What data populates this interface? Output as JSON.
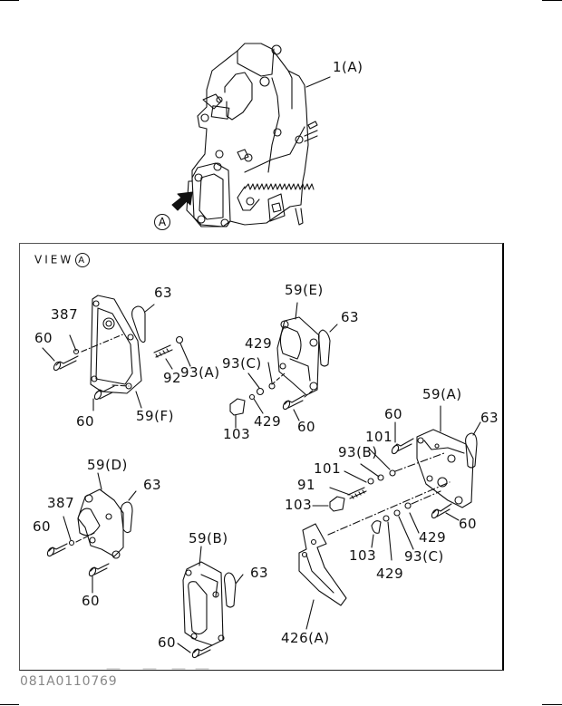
{
  "diagram": {
    "type": "exploded parts diagram",
    "main_assembly": {
      "label": "1(A)"
    },
    "view_callout": {
      "letter": "A"
    },
    "view": {
      "title": "VIEW",
      "letter": "A"
    },
    "document_id": "081A0110769",
    "labels": {
      "top_1a": "1(A)",
      "f_63": "63",
      "f_387": "387",
      "f_60_upper": "60",
      "f_60_lower": "60",
      "f_92": "92",
      "f_93a": "93(A)",
      "f_59f": "59(F)",
      "e_59e": "59(E)",
      "e_63": "63",
      "e_429_upper": "429",
      "e_93c": "93(C)",
      "e_103": "103",
      "e_429_lower": "429",
      "e_60": "60",
      "a_59a": "59(A)",
      "a_63": "63",
      "a_60_upper": "60",
      "a_101_upper": "101",
      "a_93b": "93(B)",
      "a_101_lower": "101",
      "a_91": "91",
      "a_103_left": "103",
      "a_60_lower": "60",
      "a_429_right": "429",
      "a_103_bottom": "103",
      "a_429_bottom": "429",
      "a_93c": "93(C)",
      "d_59d": "59(D)",
      "d_63": "63",
      "d_387": "387",
      "d_60_left": "60",
      "d_60_bottom": "60",
      "b_59b": "59(B)",
      "b_63": "63",
      "b_60": "60",
      "lever_426a": "426(A)"
    },
    "parts_groups": [
      {
        "cover": "59(F)",
        "parts": [
          "63",
          "387",
          "60",
          "60",
          "92",
          "93(A)"
        ]
      },
      {
        "cover": "59(E)",
        "parts": [
          "63",
          "429",
          "93(C)",
          "103",
          "429",
          "60"
        ]
      },
      {
        "cover": "59(A)",
        "parts": [
          "63",
          "60",
          "101",
          "93(B)",
          "101",
          "91",
          "103",
          "60",
          "429",
          "103",
          "429",
          "93(C)"
        ]
      },
      {
        "cover": "59(D)",
        "parts": [
          "63",
          "387",
          "60",
          "60"
        ]
      },
      {
        "cover": "59(B)",
        "parts": [
          "63",
          "60"
        ]
      },
      {
        "cover": "426(A)",
        "parts": []
      }
    ]
  }
}
